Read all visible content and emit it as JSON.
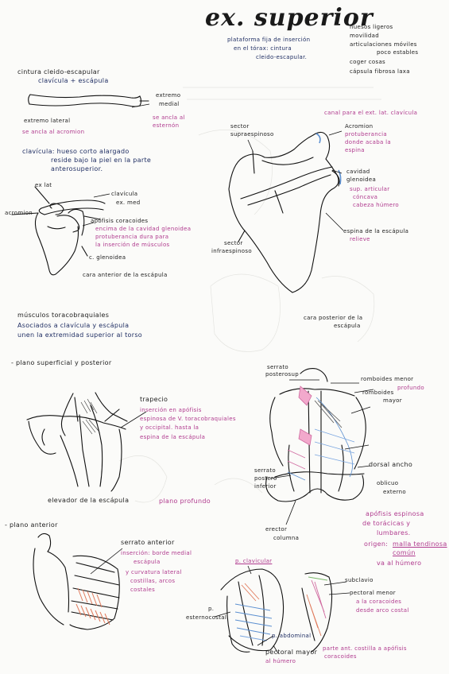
{
  "title": "ex. superior",
  "header_notes": {
    "platform": [
      "plataforma fija de inserción",
      "en el tórax: cintura",
      "cleido-escapular."
    ],
    "bones": [
      "huesos ligeros",
      "movilidad",
      "articulaciones móviles",
      "poco estables",
      "coger cosas",
      "cápsula fibrosa laxa"
    ]
  },
  "clavicle": {
    "heading": "cintura cleido-escapular",
    "subheading": "clavícula + escápula",
    "medial_end": [
      "extremo",
      "medial"
    ],
    "medial_note": [
      "se ancla al",
      "esternón"
    ],
    "lateral_end": "extremo lateral",
    "lateral_note": "se ancla al acromion",
    "description": [
      "clavícula: hueso corto alargado",
      "reside bajo la piel en la parte",
      "anterosuperior."
    ]
  },
  "scapula_front": {
    "ex_lat": "ex lat",
    "clavicula": "clavícula",
    "ex_med": "ex. med",
    "acromion": "acromion",
    "coracoid": "apófisis coracoides",
    "coracoid_note": [
      "encima de la cavidad glenoidea",
      "protuberancia dura para",
      "la inserción de músculos"
    ],
    "glenoid": "c. glenoidea",
    "caption": "cara anterior de la escápula"
  },
  "scapula_back": {
    "supraspinous": [
      "sector",
      "supraespinoso"
    ],
    "canal": "canal para el ext. lat. clavícula",
    "acromion": "Acromion",
    "acromion_note": [
      "protuberancia",
      "donde acaba la",
      "espina"
    ],
    "glenoid": [
      "cavidad",
      "glenoidea"
    ],
    "glenoid_note": [
      "sup. articular",
      "cóncava",
      "cabeza húmero"
    ],
    "spine": "espina de la escápula",
    "spine_note": "relieve",
    "infraspinous": [
      "sector",
      "infraespinoso"
    ],
    "caption": [
      "cara posterior de la",
      "escápula"
    ]
  },
  "muscles": {
    "heading": "músculos toracobraquiales",
    "description": [
      "Asociados a clavícula y escápula",
      "unen la extremidad superior al torso"
    ],
    "plane_superficial": "- plano superficial y posterior",
    "trapezius": "trapecio",
    "trapezius_note": [
      "inserción en apófisis",
      "espinosa de V. toracobraquiales",
      "y occipital. hasta la",
      "espina de la escápula"
    ],
    "levator": "elevador de la escápula",
    "levator_note": "plano profundo",
    "serratus_post": [
      "serrato",
      "posterosup"
    ],
    "rhomboid_minor": "romboides menor",
    "deep_note": "profundo",
    "rhomboid_major": [
      "romboides",
      "mayor"
    ],
    "serratus_inf": [
      "serrato",
      "postero",
      "inferior"
    ],
    "latissimus": "dorsal ancho",
    "external_oblique": [
      "oblicuo",
      "externo"
    ],
    "erector": [
      "erector",
      "columna"
    ],
    "latissimus_note": [
      "apófisis espinosa",
      "de torácicas y",
      "lumbares."
    ],
    "origin_label": "origen:",
    "origin_value": "malla tendinosa",
    "origin_value2": "común",
    "insertion": "va al húmero",
    "plane_anterior": "- plano anterior",
    "serratus_ant": "serrato anterior",
    "serratus_ant_note": [
      "inserción: borde medial",
      "escápula",
      "y curvatura lateral",
      "costillas, arcos",
      "costales"
    ],
    "p_clavicular": "p. clavicular",
    "p_esternocostal": [
      "p.",
      "esternocostal"
    ],
    "p_abdominal": "p. abdominal",
    "pectoralis_major": [
      "pectoral mayor",
      "al húmero"
    ],
    "pectoralis_major_note": [
      "parte ant. costilla a apófisis",
      "coracoides"
    ],
    "subclavio": "subclavio",
    "pectoralis_minor": "pectoral menor",
    "pectoralis_minor_note": [
      "a la coracoides",
      "desde arco costal"
    ]
  }
}
